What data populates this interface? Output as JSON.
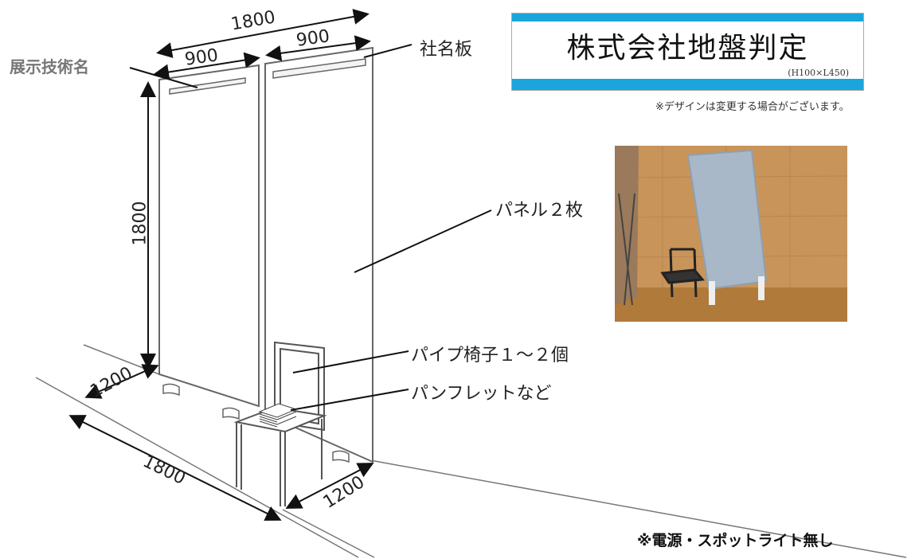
{
  "dimensions": {
    "total_width": "1800",
    "panel_width_left": "900",
    "panel_width_right": "900",
    "height": "1800",
    "depth_left": "1200",
    "floor_length": "1800",
    "depth_front": "1200"
  },
  "labels": {
    "exhibit_tech_name": "展示技術名",
    "company_board": "社名板",
    "panels": "パネル２枚",
    "pipe_chairs": "パイプ椅子１～２個",
    "pamphlets": "パンフレットなど"
  },
  "signboard": {
    "company_name": "株式会社地盤判定",
    "size": "(H100×L450)",
    "accent_color": "#1aa6dd"
  },
  "design_note": "※デザインは変更する場合がございます。",
  "footnote": "※電源・スポットライト無し"
}
